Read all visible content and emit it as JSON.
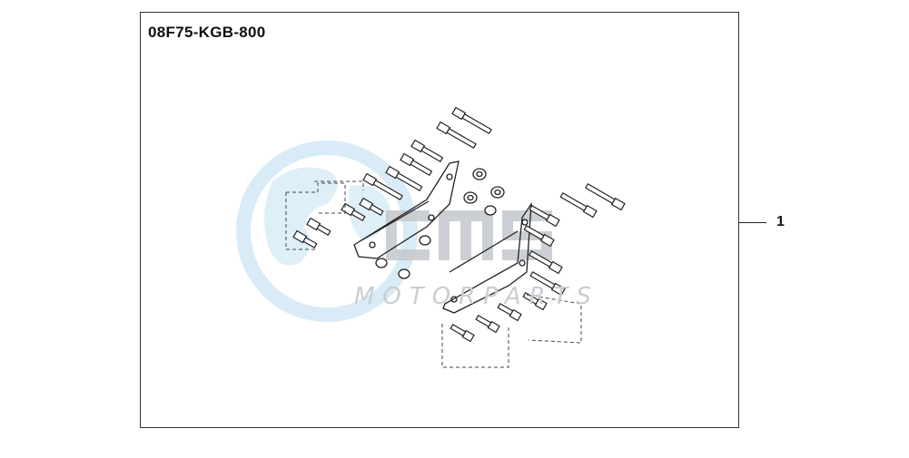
{
  "diagram": {
    "part_number": "08F75-KGB-800",
    "callouts": [
      {
        "label": "1"
      }
    ]
  },
  "watermark": {
    "brand_text": "MOTORPARTS",
    "logo_text": "CMS",
    "colors": {
      "globe": "#cde6f3",
      "letters": "#c9cdd2"
    }
  }
}
